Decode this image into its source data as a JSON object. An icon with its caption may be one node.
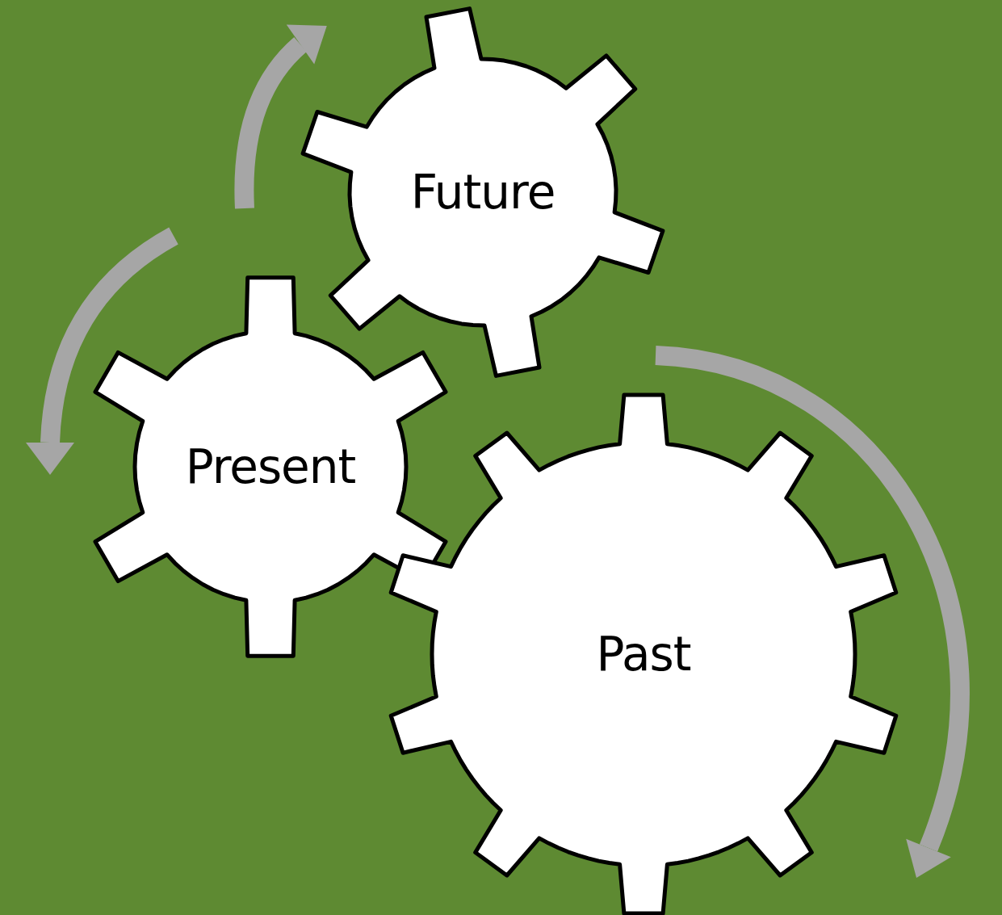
{
  "diagram": {
    "nodes": [
      {
        "text": [
          "Future"
        ]
      },
      {
        "text": [
          "Present"
        ]
      },
      {
        "text": [
          "Past"
        ]
      }
    ],
    "edges": []
  }
}
